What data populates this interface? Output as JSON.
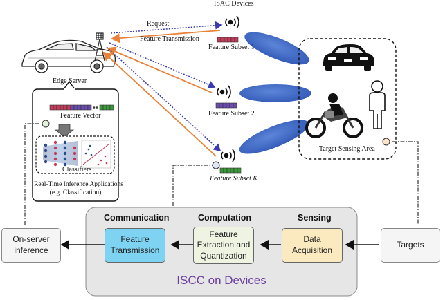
{
  "top": {
    "isac_devices_title": "ISAC Devices",
    "request_label": "Request",
    "feature_transmission_label": "Feature Transmission",
    "edge_server_label": "Edge Server",
    "feature_subsets": [
      "Feature Subset 1",
      "Feature Subset 2",
      "Feature Subset K"
    ],
    "target_sensing_area_label": "Target Sensing  Area"
  },
  "server_panel": {
    "feature_vector_label": "Feature Vector",
    "classifiers_label": "Classifiers",
    "caption_line1": "Real-Time Inference Applications",
    "caption_line2": "(e.g. Classification)"
  },
  "pipeline": {
    "section_headers": [
      "Communication",
      "Computation",
      "Sensing"
    ],
    "boxes": {
      "on_server_inference": "On-server\ninference",
      "feature_transmission": "Feature\nTransmission",
      "feature_extraction": "Feature\nExtraction and\nQuantization",
      "data_acquisition": "Data\nAcquisition",
      "targets": "Targets"
    },
    "iscc_title": "ISCC on Devices"
  },
  "colors": {
    "request_arrow": "#3b3bb0",
    "transmission_arrow": "#e8823a",
    "beam": "#3d64c4",
    "feature_transmission_box": "#7fd3f2",
    "feature_extraction_box": "#eef3e2",
    "data_acquisition_box": "#fbeabf",
    "iscc_title": "#6b3fa0"
  }
}
